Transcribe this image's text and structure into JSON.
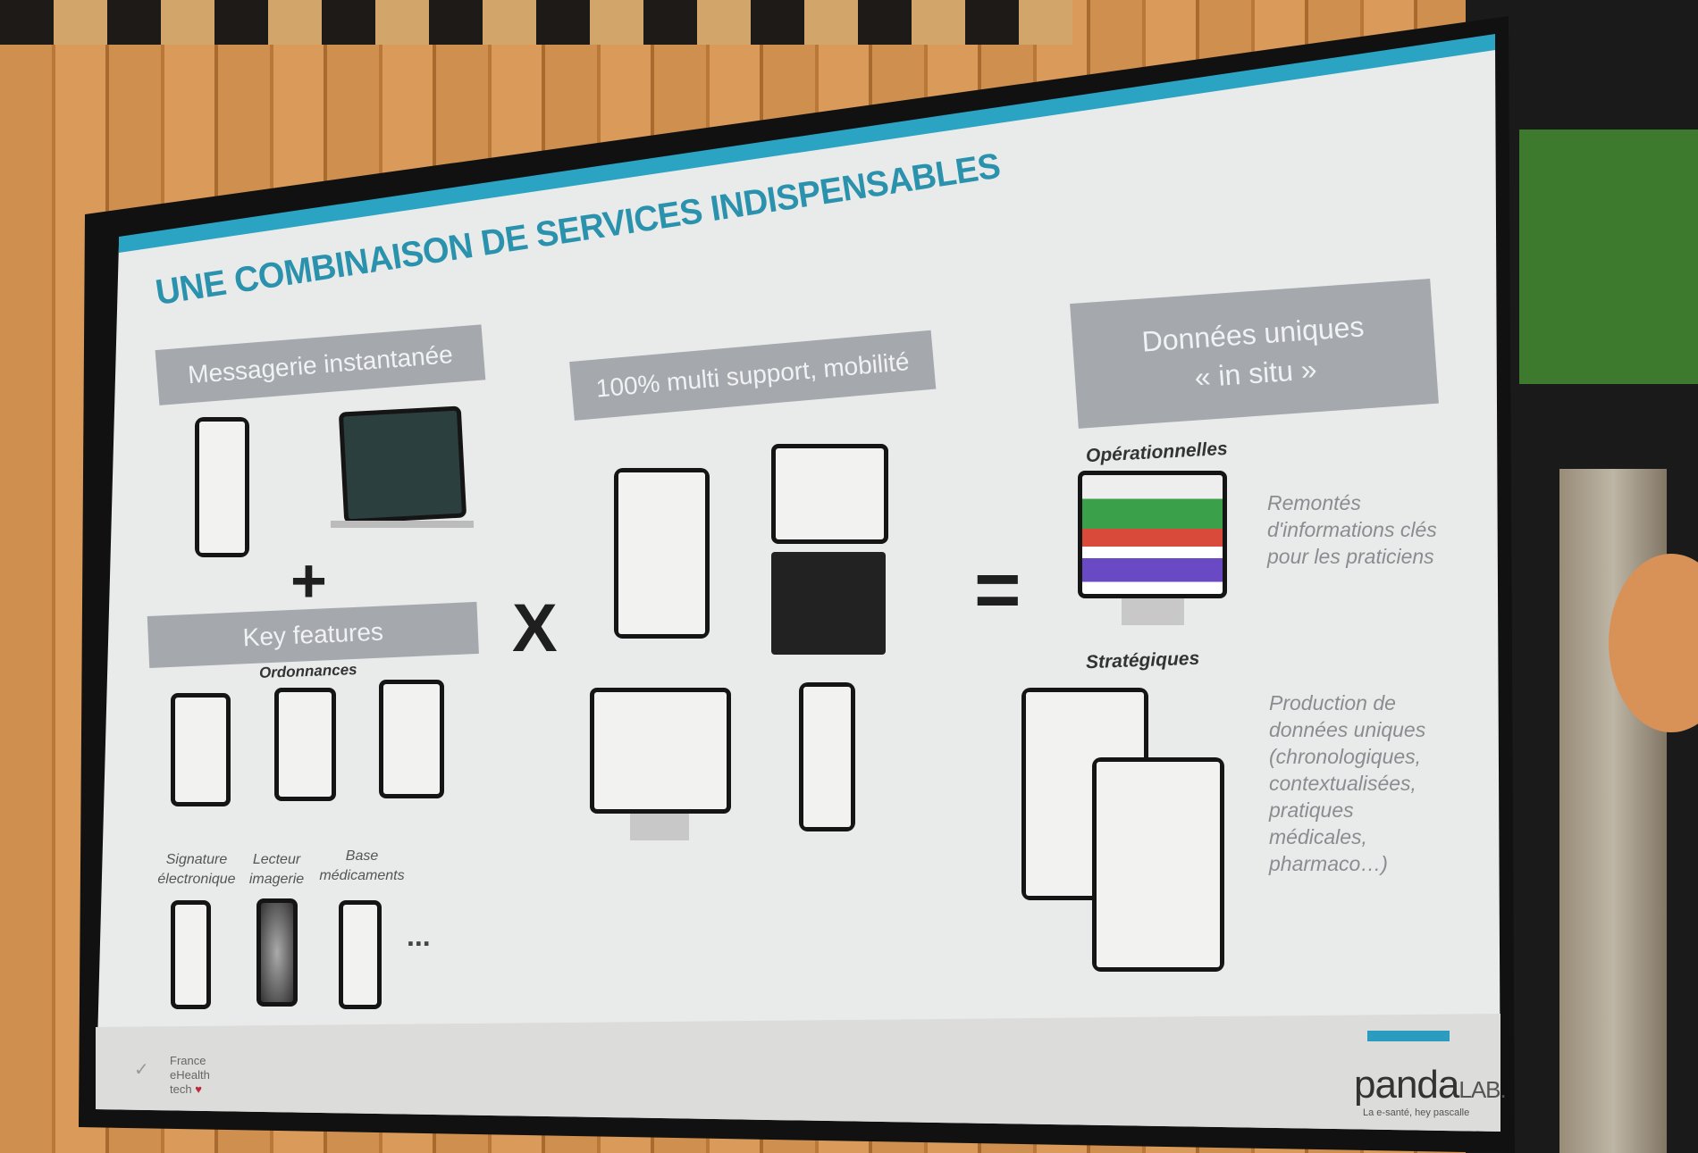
{
  "slide": {
    "title": "UNE COMBINAISON DE SERVICES INDISPENSABLES",
    "boxes": {
      "messaging": "Messagerie instantanée",
      "key_features": "Key features",
      "multi_support": "100% multi support, mobilité",
      "unique_data_line1": "Données uniques",
      "unique_data_line2": "« in situ »"
    },
    "symbols": {
      "plus": "+",
      "times": "X",
      "equals": "="
    },
    "labels": {
      "prescriptions": "Ordonnances",
      "signature": "Signature électronique",
      "imaging": "Lecteur imagerie",
      "drugs": "Base médicaments",
      "ellipsis": "...",
      "operational": "Opérationnelles",
      "strategic": "Stratégiques"
    },
    "descriptions": {
      "operational": "Remontés d'informations clés pour les praticiens",
      "strategic": "Production de données uniques (chronologiques, contextualisées, pratiques médicales, pharmaco…)"
    },
    "footer": {
      "left_logo": "France eHealth tech",
      "brand": "panda",
      "brand_suffix": "LAB.",
      "tagline": "La e-santé, hey pascalle",
      "accent": "#2b9cc0"
    }
  }
}
